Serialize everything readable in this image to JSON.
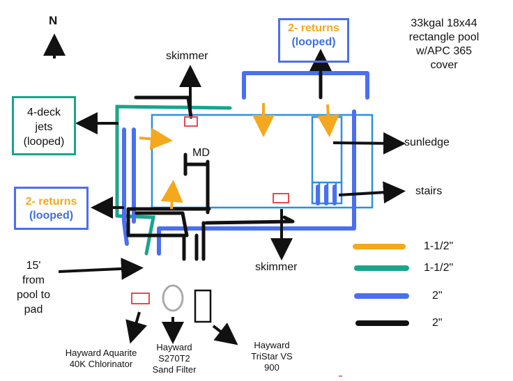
{
  "compass": {
    "label": "N"
  },
  "pool_info": {
    "lines": [
      "33kgal 18x44",
      "rectangle pool",
      "w/APC 365",
      "cover"
    ]
  },
  "labels": {
    "skimmer_top": "skimmer",
    "skimmer_bottom": "skimmer",
    "sunledge": "sunledge",
    "stairs": "stairs",
    "md": "MD",
    "distance": [
      "15'",
      "from",
      "pool to",
      "pad"
    ],
    "deck_jets": [
      "4-deck",
      "jets",
      "(looped)"
    ],
    "returns_top": {
      "line1": "2- returns",
      "line2": "(looped)"
    },
    "returns_left": {
      "line1": "2- returns",
      "line2": "(looped)"
    }
  },
  "equipment": [
    {
      "lines": [
        "Hayward Aquarite",
        "40K Chlorinator"
      ]
    },
    {
      "lines": [
        "Hayward",
        "S270T2",
        "Sand Filter"
      ]
    },
    {
      "lines": [
        "Hayward",
        "TriStar VS",
        "900"
      ]
    }
  ],
  "legend": [
    {
      "color": "#f4a81d",
      "label": "1-1/2\""
    },
    {
      "color": "#1aa58b",
      "label": "1-1/2\""
    },
    {
      "color": "#4a6ff0",
      "label": "2\""
    },
    {
      "color": "#111111",
      "label": "2\""
    }
  ],
  "colors": {
    "orange": "#f4a81d",
    "teal": "#1aa58b",
    "blue": "#4a6ff0",
    "light_blue": "#2b8fe0",
    "black": "#111111",
    "red": "#e84a4a"
  }
}
